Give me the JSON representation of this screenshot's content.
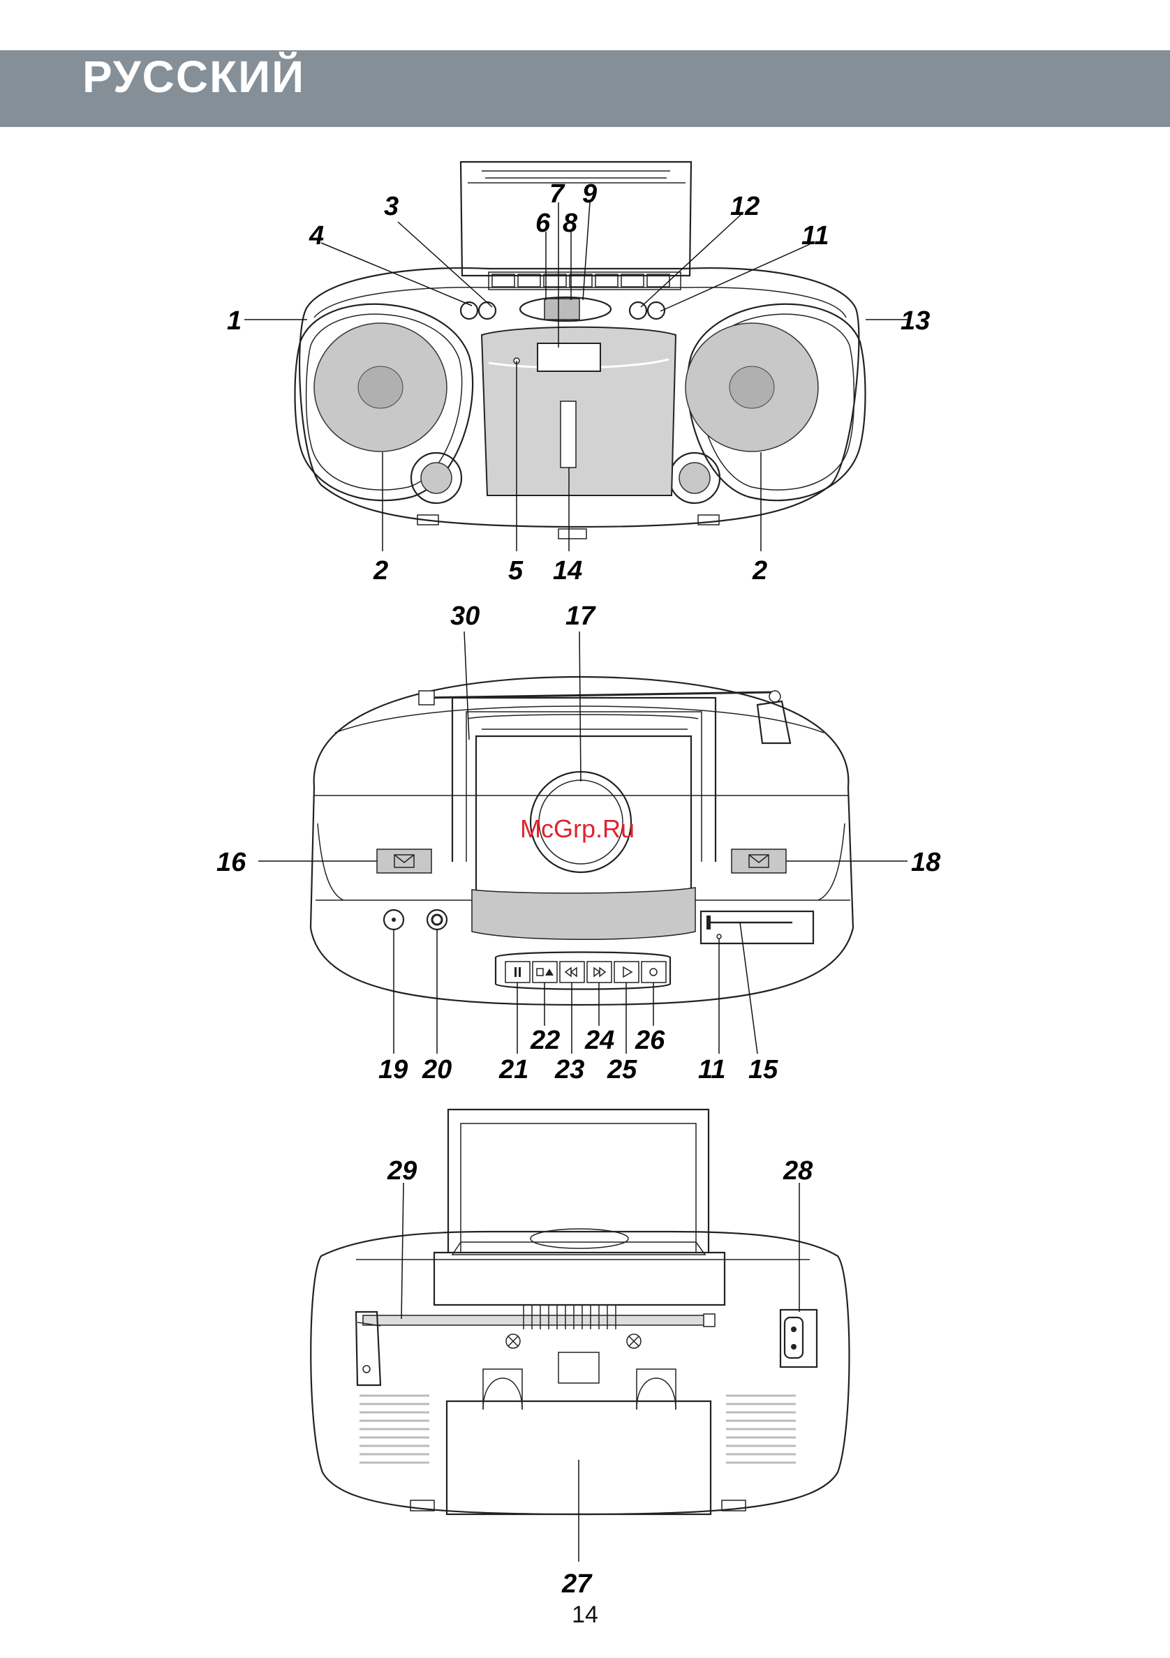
{
  "header": {
    "title": "РУССКИЙ",
    "color": "#848f98"
  },
  "watermark": "McGrp.Ru",
  "page_number": "14",
  "front_view": {
    "labels": [
      "1",
      "2",
      "2",
      "3",
      "4",
      "5",
      "6",
      "7",
      "8",
      "9",
      "11",
      "12",
      "13",
      "14"
    ]
  },
  "top_view": {
    "labels": [
      "11",
      "15",
      "16",
      "17",
      "18",
      "19",
      "20",
      "21",
      "22",
      "23",
      "24",
      "25",
      "26",
      "30"
    ]
  },
  "rear_view": {
    "labels": [
      "27",
      "28",
      "29"
    ]
  }
}
